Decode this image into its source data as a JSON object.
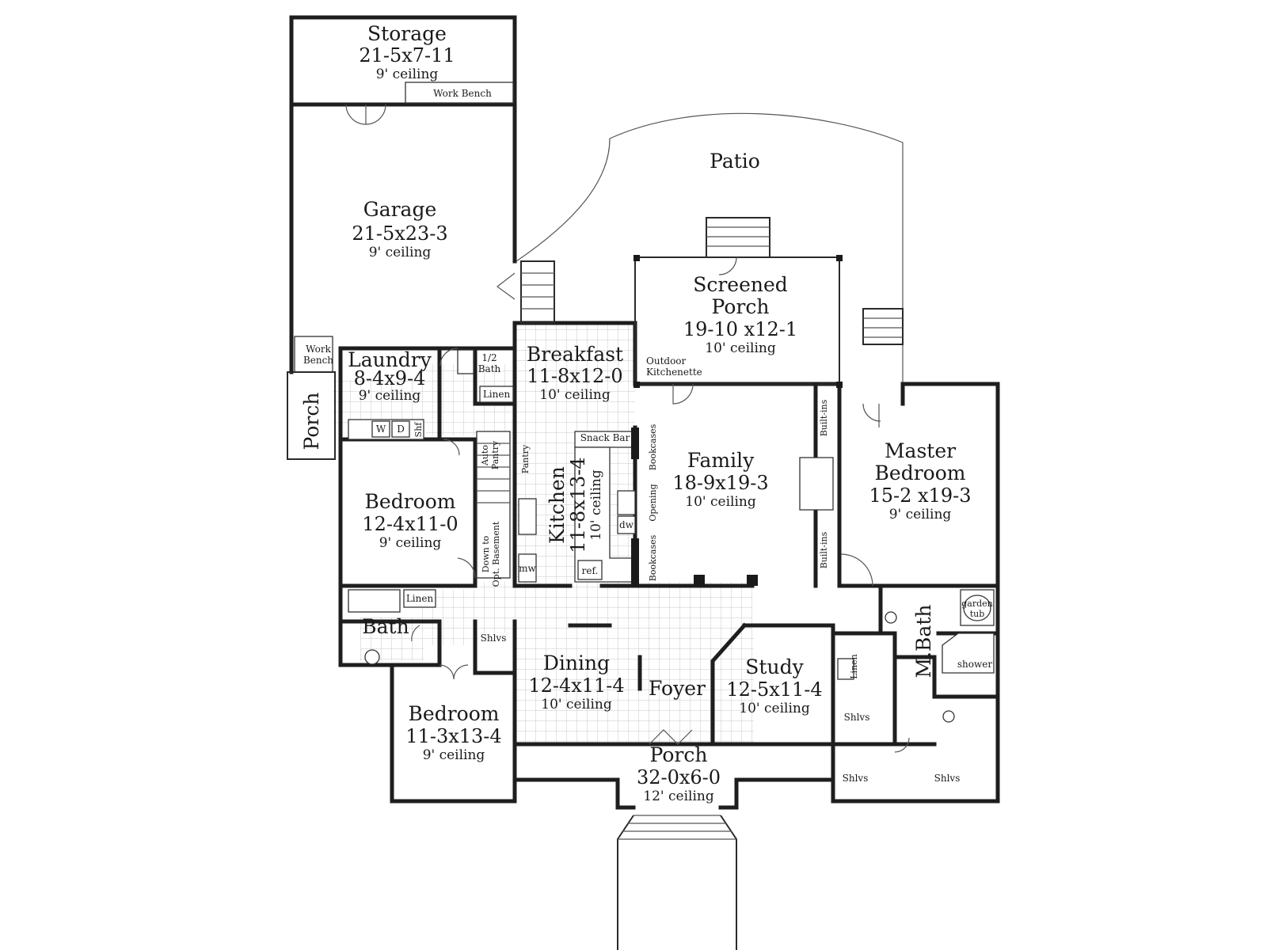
{
  "rooms": {
    "storage": {
      "name": "Storage",
      "dims": "21-5x7-11",
      "ceiling": "9' ceiling"
    },
    "garage": {
      "name": "Garage",
      "dims": "21-5x23-3",
      "ceiling": "9' ceiling"
    },
    "patio": {
      "name": "Patio"
    },
    "screened_porch": {
      "name1": "Screened",
      "name2": "Porch",
      "dims": "19-10 x12-1",
      "ceiling": "10' ceiling"
    },
    "laundry": {
      "name": "Laundry",
      "dims": "8-4x9-4",
      "ceiling": "9' ceiling"
    },
    "breakfast": {
      "name": "Breakfast",
      "dims": "11-8x12-0",
      "ceiling": "10' ceiling"
    },
    "family": {
      "name": "Family",
      "dims": "18-9x19-3",
      "ceiling": "10' ceiling"
    },
    "master_bedroom": {
      "name1": "Master",
      "name2": "Bedroom",
      "dims": "15-2 x19-3",
      "ceiling": "9' ceiling"
    },
    "kitchen": {
      "name": "Kitchen",
      "dims": "11-8x13-4",
      "ceiling": "10' ceiling"
    },
    "bedroom_1": {
      "name": "Bedroom",
      "dims": "12-4x11-0",
      "ceiling": "9' ceiling"
    },
    "bath": {
      "name": "Bath"
    },
    "m_bath": {
      "name": "M.Bath"
    },
    "dining": {
      "name": "Dining",
      "dims": "12-4x11-4",
      "ceiling": "10' ceiling"
    },
    "foyer": {
      "name": "Foyer"
    },
    "study": {
      "name": "Study",
      "dims": "12-5x11-4",
      "ceiling": "10' ceiling"
    },
    "bedroom_2": {
      "name": "Bedroom",
      "dims": "11-3x13-4",
      "ceiling": "9' ceiling"
    },
    "front_porch": {
      "name": "Porch",
      "dims": "32-0x6-0",
      "ceiling": "12' ceiling"
    },
    "side_porch": {
      "name": "Porch"
    }
  },
  "labels": {
    "work_bench_top": "Work Bench",
    "work_bench_side_1": "Work",
    "work_bench_side_2": "Bench",
    "half_bath_1": "1/2",
    "half_bath_2": "Bath",
    "linen": "Linen",
    "linen_2": "Linen",
    "outdoor_1": "Outdoor",
    "outdoor_2": "Kitchenette",
    "washer": "W",
    "dryer": "D",
    "shelf": "Shf",
    "auto_pantry_1": "Auto",
    "auto_pantry_2": "Pantry",
    "pantry": "Pantry",
    "snack_bar": "Snack Bar",
    "bookcases_1": "Bookcases",
    "opening": "Opening",
    "bookcases_2": "Bookcases",
    "built_ins_1": "Built-ins",
    "built_ins_2": "Built-ins",
    "dw": "dw",
    "ref": "ref.",
    "mw": "mw",
    "down_1": "Down to",
    "down_2": "Opt. Basement",
    "shlvs_1": "Shlvs",
    "shlvs_2": "Shlvs",
    "shlvs_3": "Shlvs",
    "shlvs_4": "Shlvs",
    "garden_1": "garden",
    "garden_2": "tub",
    "shower": "shower",
    "linen_3": "Linen"
  }
}
